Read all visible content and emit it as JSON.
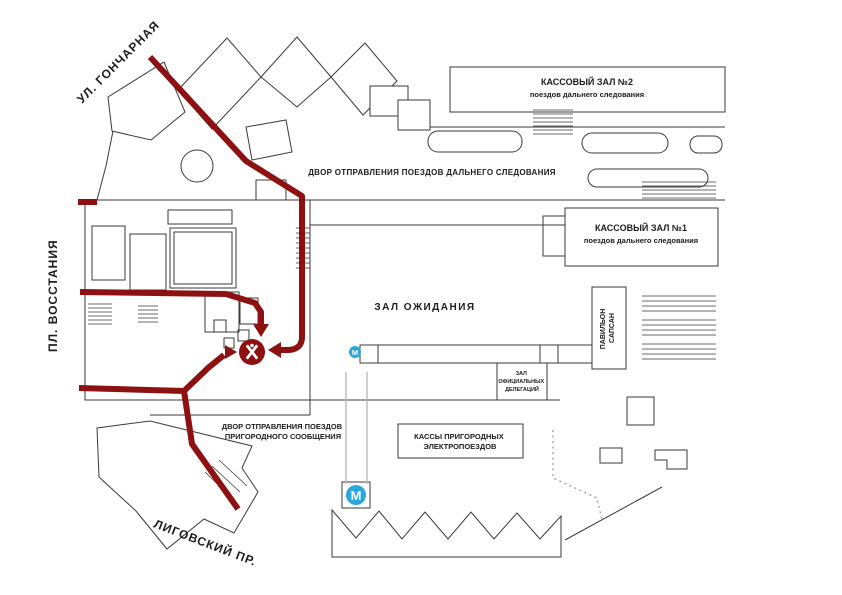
{
  "streets": {
    "goncharnaya": "УЛ. ГОНЧАРНАЯ",
    "vosstaniya": "ПЛ. ВОССТАНИЯ",
    "ligovsky": "ЛИГОВСКИЙ ПР."
  },
  "areas": {
    "ticket_hall_2": {
      "title": "КАССОВЫЙ ЗАЛ №2",
      "subtitle": "поездов дальнего следования"
    },
    "ticket_hall_1": {
      "title": "КАССОВЫЙ ЗАЛ №1",
      "subtitle": "поездов дальнего следования"
    },
    "long_distance_yard": "ДВОР ОТПРАВЛЕНИЯ ПОЕЗДОВ ДАЛЬНЕГО СЛЕДОВАНИЯ",
    "waiting_hall": "ЗАЛ ОЖИДАНИЯ",
    "official_delegations": {
      "line1": "ЗАЛ",
      "line2": "ОФИЦИАЛЬНЫХ",
      "line3": "ДЕЛЕГАЦИЙ"
    },
    "sapsan_pavilion": {
      "line1": "ПАВИЛЬОН",
      "line2": "САПСАН"
    },
    "suburban_yard": {
      "line1": "ДВОР ОТПРАВЛЕНИЯ ПОЕЗДОВ",
      "line2": "ПРИГОРОДНОГО СООБЩЕНИЯ"
    },
    "suburban_ticket_office": {
      "line1": "КАССЫ ПРИГОРОДНЫХ",
      "line2": "ЭЛЕКТРОПОЕЗДОВ"
    }
  },
  "metro": {
    "letter": "М"
  },
  "colors": {
    "route": "#8e1111",
    "metro": "#29a8e0",
    "outline": "#3a3a3a"
  }
}
